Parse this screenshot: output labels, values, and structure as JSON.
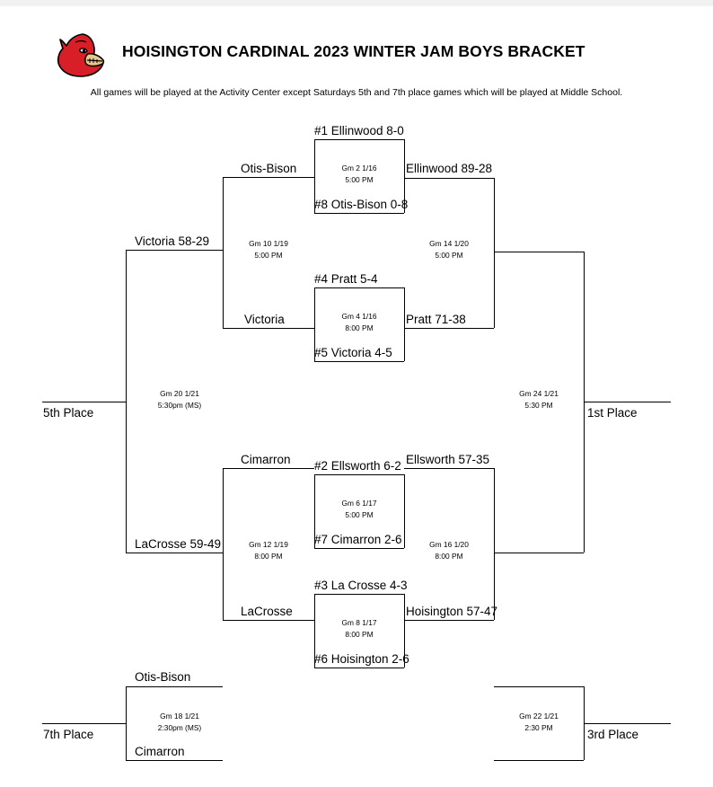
{
  "header": {
    "title": "HOISINGTON CARDINAL 2023 WINTER JAM BOYS BRACKET",
    "subtitle": "All games will be played at the Activity Center except Saturdays 5th and 7th place games which will be played at Middle School.",
    "logo_name": "cardinal-head-logo",
    "logo_colors": {
      "body": "#d81e26",
      "beak": "#e8c88a",
      "outline": "#000000",
      "eye": "#ffffff"
    }
  },
  "games": {
    "g2": {
      "top_team": "#1 Ellinwood 8-0",
      "bottom_team": "#8 Otis-Bison 0-8",
      "number": "Gm 2 1/16",
      "time": "5:00 PM",
      "winner": "Ellinwood 89-28"
    },
    "g4": {
      "top_team": "#4 Pratt 5-4",
      "bottom_team": "#5 Victoria 4-5",
      "number": "Gm 4 1/16",
      "time": "8:00 PM",
      "winner": "Pratt 71-38"
    },
    "g6": {
      "top_team": "#2 Ellsworth 6-2",
      "bottom_team": "#7 Cimarron 2-6",
      "number": "Gm 6 1/17",
      "time": "5:00 PM",
      "winner": "Ellsworth 57-35"
    },
    "g8": {
      "top_team": "#3 La Crosse 4-3",
      "bottom_team": "#6 Hoisington 2-6",
      "number": "Gm 8 1/17",
      "time": "8:00 PM",
      "winner": "Hoisington 57-47"
    },
    "g10": {
      "top_team": "Otis-Bison",
      "bottom_team": "Victoria",
      "number": "Gm 10 1/19",
      "time": "5:00 PM",
      "winner": "Victoria 58-29"
    },
    "g12": {
      "top_team": "Cimarron",
      "bottom_team": "LaCrosse",
      "number": "Gm 12 1/19",
      "time": "8:00 PM",
      "winner": "LaCrosse 59-49"
    },
    "g14": {
      "number": "Gm 14 1/20",
      "time": "5:00 PM"
    },
    "g16": {
      "number": "Gm 16 1/20",
      "time": "8:00 PM"
    },
    "g18": {
      "top_team": "Otis-Bison",
      "bottom_team": "Cimarron",
      "number": "Gm 18 1/21",
      "time": "2:30pm (MS)"
    },
    "g20": {
      "number": "Gm 20 1/21",
      "time": "5:30pm (MS)"
    },
    "g22": {
      "number": "Gm 22 1/21",
      "time": "2:30 PM"
    },
    "g24": {
      "number": "Gm 24 1/21",
      "time": "5:30 PM"
    }
  },
  "placements": {
    "first": "1st Place",
    "third": "3rd Place",
    "fifth": "5th Place",
    "seventh": "7th Place"
  }
}
